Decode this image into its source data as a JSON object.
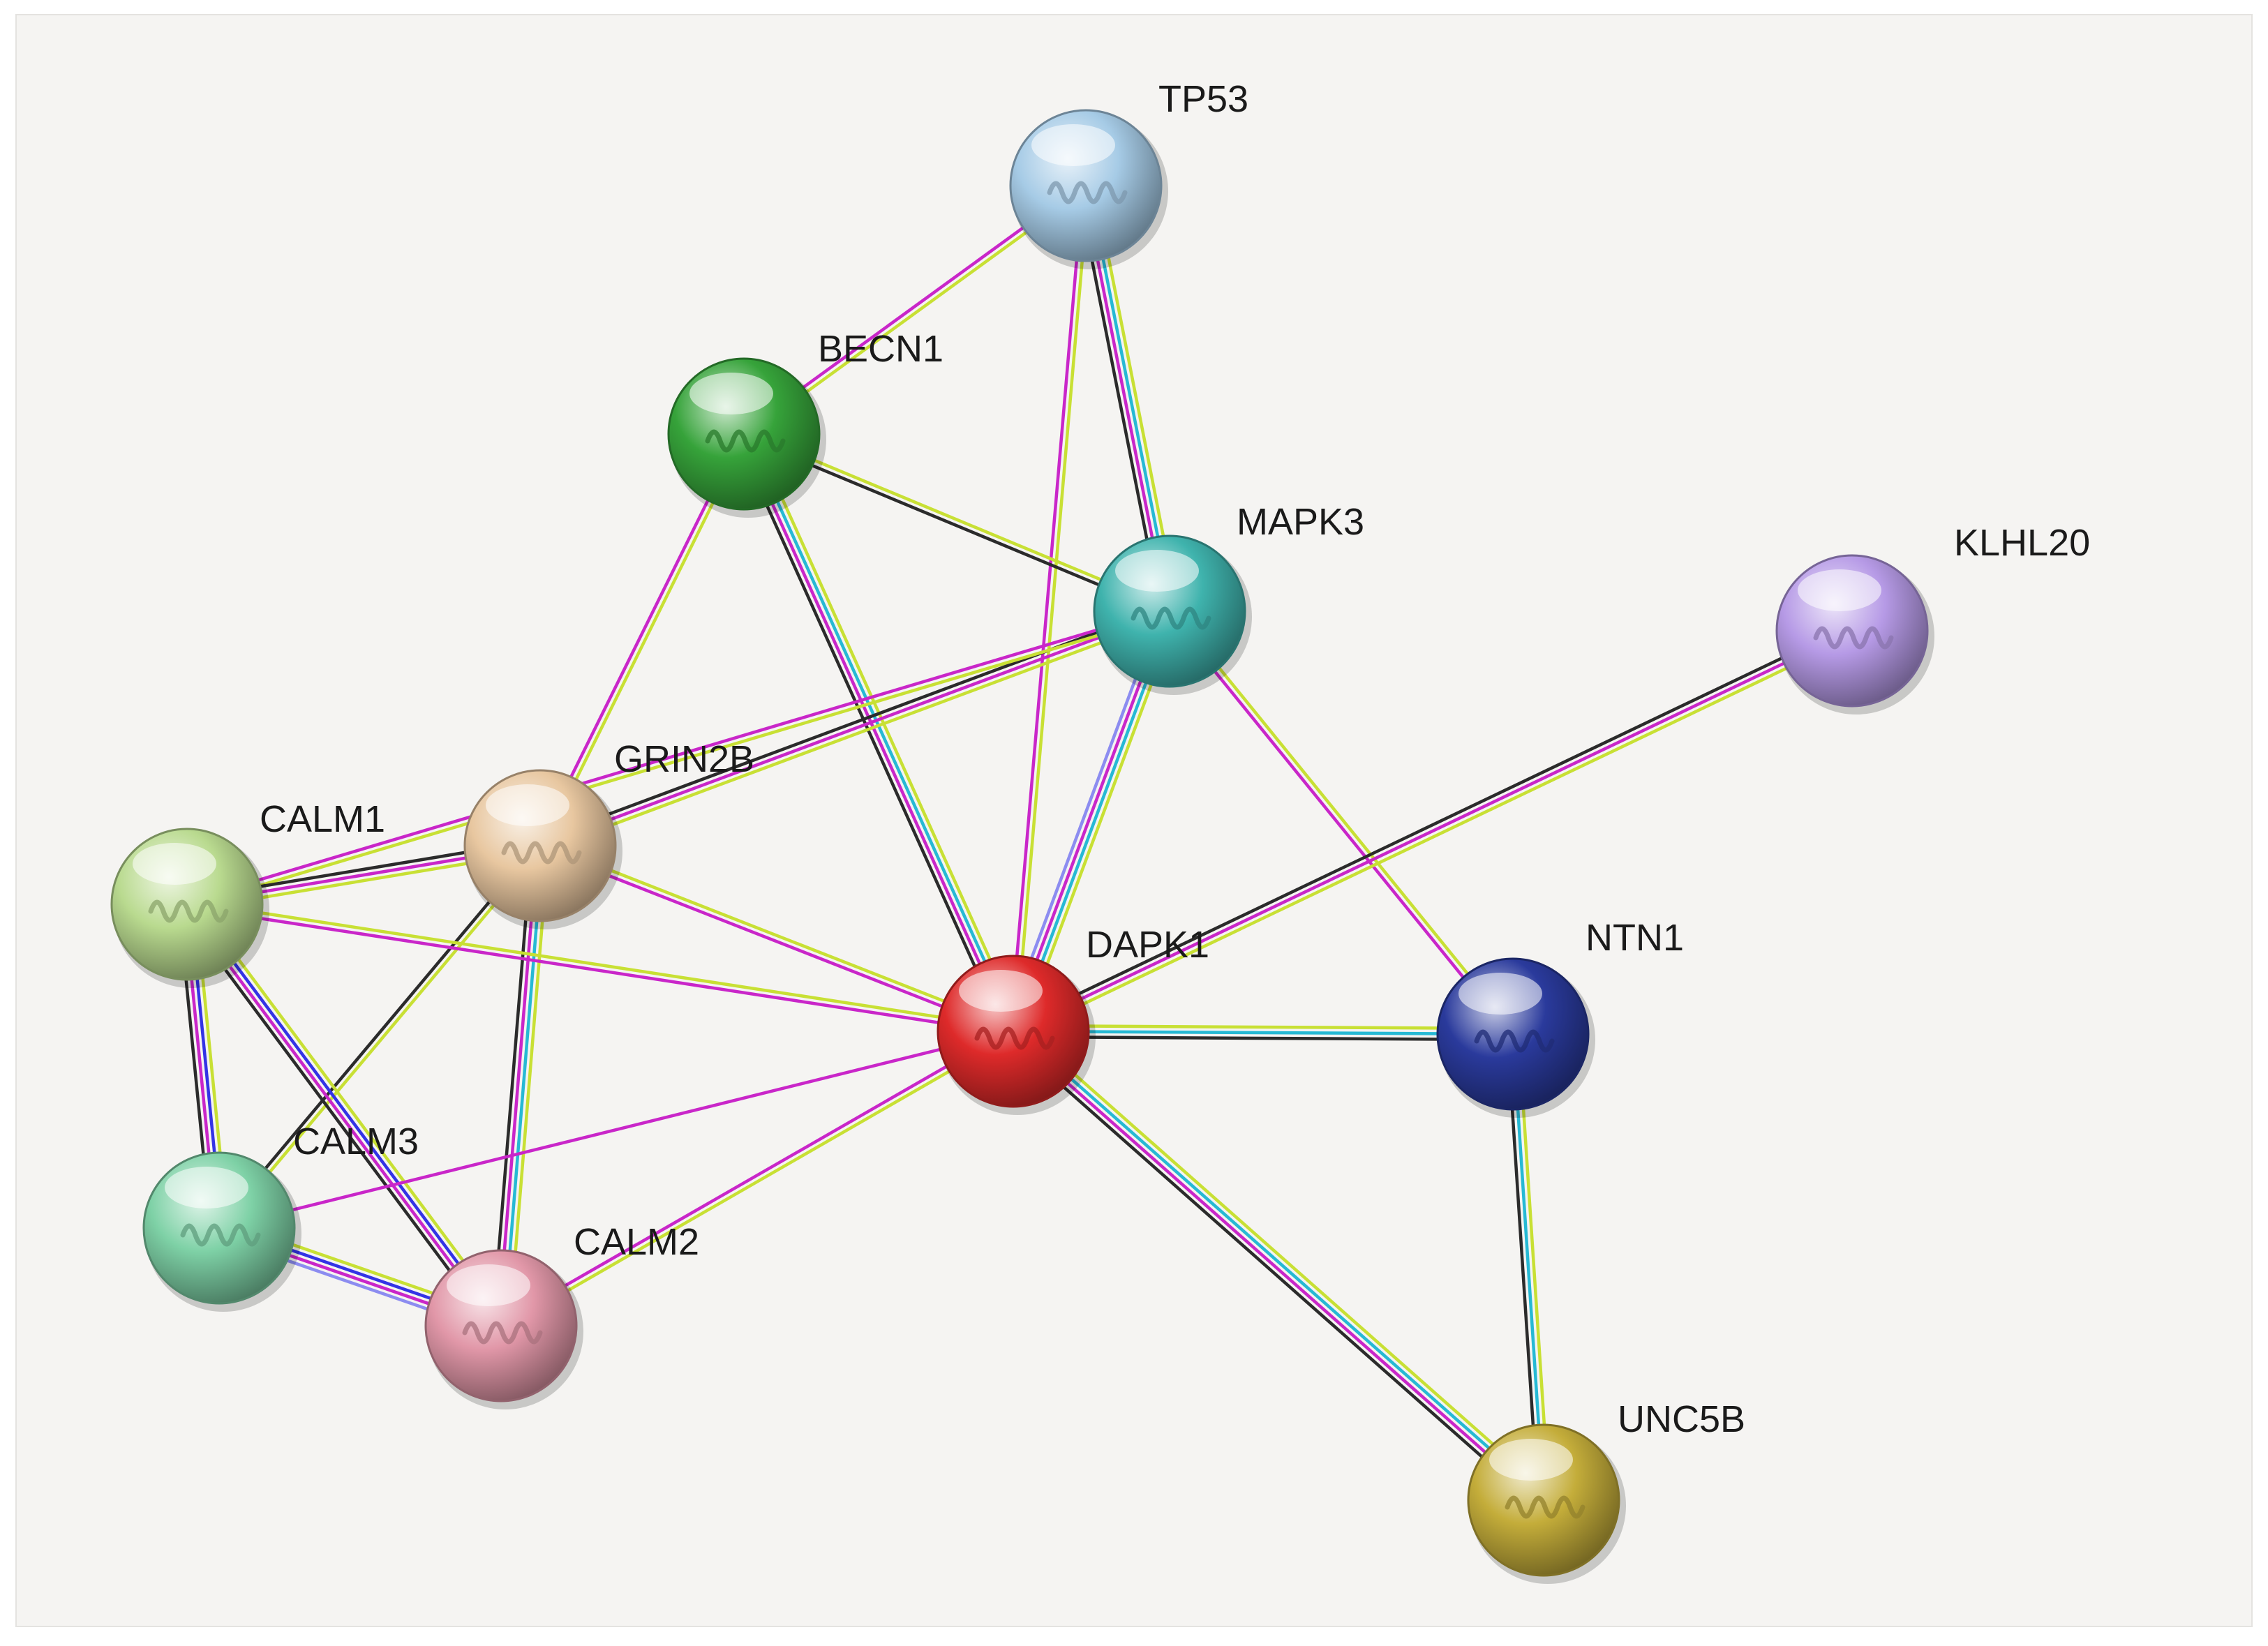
{
  "network": {
    "nodes": [
      {
        "id": "TP53",
        "label": "TP53",
        "color": "#a6cbe6"
      },
      {
        "id": "BECN1",
        "label": "BECN1",
        "color": "#36a33a"
      },
      {
        "id": "MAPK3",
        "label": "MAPK3",
        "color": "#3fb3ad"
      },
      {
        "id": "KLHL20",
        "label": "KLHL20",
        "color": "#b69ae6"
      },
      {
        "id": "GRIN2B",
        "label": "GRIN2B",
        "color": "#e8c7a0"
      },
      {
        "id": "CALM1",
        "label": "CALM1",
        "color": "#b9da8f"
      },
      {
        "id": "DAPK1",
        "label": "DAPK1",
        "color": "#de2a2a"
      },
      {
        "id": "NTN1",
        "label": "NTN1",
        "color": "#2a3a9c"
      },
      {
        "id": "CALM3",
        "label": "CALM3",
        "color": "#7ed1a6"
      },
      {
        "id": "CALM2",
        "label": "CALM2",
        "color": "#e197a8"
      },
      {
        "id": "UNC5B",
        "label": "UNC5B",
        "color": "#c4ad3a"
      }
    ],
    "evidence_colors": {
      "textmining": "#c8e034",
      "experiments": "#c926c9",
      "databases": "#26b9d4",
      "coexpression": "#2b2b2b",
      "homology": "#3333e6",
      "gene_fusion": "#8c8cf0"
    },
    "edges": [
      {
        "from": "TP53",
        "to": "BECN1",
        "evidence": [
          "textmining",
          "experiments"
        ]
      },
      {
        "from": "TP53",
        "to": "MAPK3",
        "evidence": [
          "textmining",
          "databases",
          "experiments",
          "coexpression"
        ]
      },
      {
        "from": "TP53",
        "to": "DAPK1",
        "evidence": [
          "textmining",
          "experiments"
        ]
      },
      {
        "from": "BECN1",
        "to": "MAPK3",
        "evidence": [
          "textmining",
          "coexpression"
        ]
      },
      {
        "from": "BECN1",
        "to": "DAPK1",
        "evidence": [
          "textmining",
          "databases",
          "experiments",
          "coexpression"
        ]
      },
      {
        "from": "BECN1",
        "to": "GRIN2B",
        "evidence": [
          "textmining",
          "experiments"
        ]
      },
      {
        "from": "MAPK3",
        "to": "DAPK1",
        "evidence": [
          "textmining",
          "databases",
          "experiments",
          "gene_fusion"
        ]
      },
      {
        "from": "MAPK3",
        "to": "NTN1",
        "evidence": [
          "textmining",
          "experiments"
        ]
      },
      {
        "from": "MAPK3",
        "to": "GRIN2B",
        "evidence": [
          "textmining",
          "experiments",
          "coexpression"
        ]
      },
      {
        "from": "MAPK3",
        "to": "CALM1",
        "evidence": [
          "textmining",
          "experiments"
        ]
      },
      {
        "from": "KLHL20",
        "to": "DAPK1",
        "evidence": [
          "textmining",
          "experiments",
          "coexpression"
        ]
      },
      {
        "from": "GRIN2B",
        "to": "CALM1",
        "evidence": [
          "textmining",
          "experiments",
          "coexpression"
        ]
      },
      {
        "from": "GRIN2B",
        "to": "DAPK1",
        "evidence": [
          "textmining",
          "experiments"
        ]
      },
      {
        "from": "GRIN2B",
        "to": "CALM3",
        "evidence": [
          "textmining",
          "coexpression"
        ]
      },
      {
        "from": "GRIN2B",
        "to": "CALM2",
        "evidence": [
          "textmining",
          "databases",
          "experiments",
          "coexpression"
        ]
      },
      {
        "from": "CALM1",
        "to": "DAPK1",
        "evidence": [
          "textmining",
          "experiments"
        ]
      },
      {
        "from": "CALM1",
        "to": "CALM3",
        "evidence": [
          "textmining",
          "homology",
          "experiments",
          "coexpression"
        ]
      },
      {
        "from": "CALM1",
        "to": "CALM2",
        "evidence": [
          "textmining",
          "homology",
          "experiments",
          "coexpression"
        ]
      },
      {
        "from": "DAPK1",
        "to": "NTN1",
        "evidence": [
          "textmining",
          "databases",
          "coexpression"
        ]
      },
      {
        "from": "DAPK1",
        "to": "UNC5B",
        "evidence": [
          "textmining",
          "databases",
          "experiments",
          "coexpression"
        ]
      },
      {
        "from": "DAPK1",
        "to": "CALM3",
        "evidence": [
          "experiments"
        ]
      },
      {
        "from": "DAPK1",
        "to": "CALM2",
        "evidence": [
          "textmining",
          "experiments"
        ]
      },
      {
        "from": "CALM3",
        "to": "CALM2",
        "evidence": [
          "textmining",
          "homology",
          "experiments",
          "gene_fusion"
        ]
      },
      {
        "from": "NTN1",
        "to": "UNC5B",
        "evidence": [
          "textmining",
          "databases",
          "coexpression"
        ]
      }
    ]
  }
}
